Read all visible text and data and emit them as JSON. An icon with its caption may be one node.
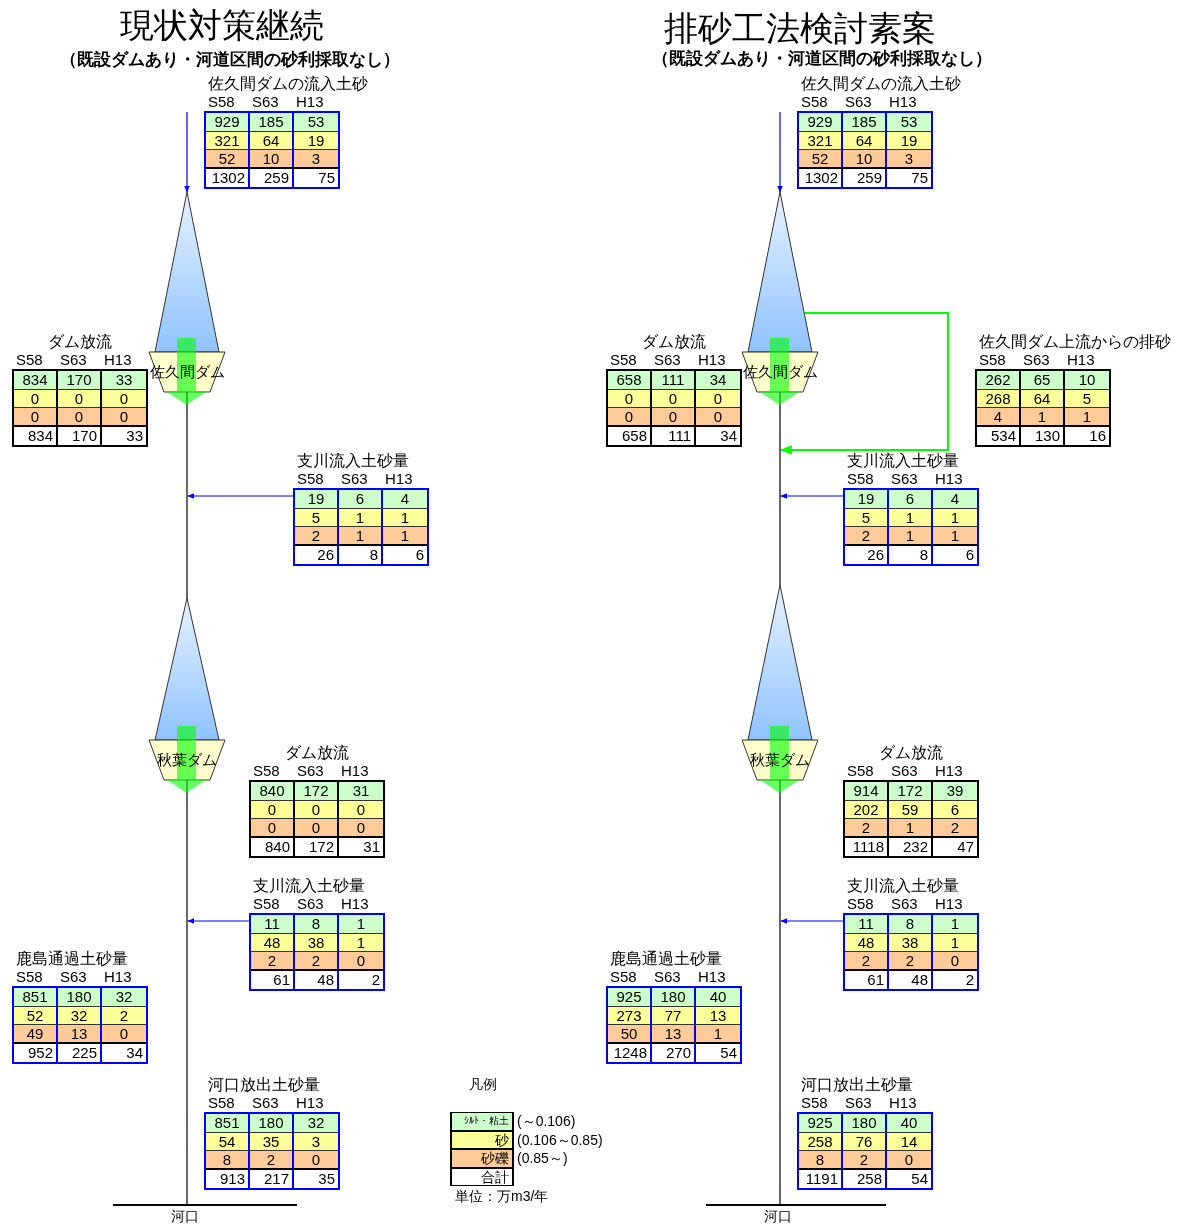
{
  "diagram": {
    "nodes": [
      {
        "text": [
          "佐久間ダムの流入土砂",
          "S58",
          "S63",
          "H13",
          "929",
          "185",
          "53",
          "321",
          "64",
          "19",
          "52",
          "10",
          "3",
          "1302",
          "259",
          "75"
        ]
      },
      {
        "text": [
          "佐久間ダム"
        ]
      },
      {
        "text": [
          "ダム放流",
          "S58",
          "S63",
          "H13",
          "834",
          "170",
          "33",
          "0",
          "0",
          "0",
          "0",
          "0",
          "0",
          "834",
          "170",
          "33"
        ]
      },
      {
        "text": [
          "支川流入土砂量",
          "S58",
          "S63",
          "H13",
          "19",
          "6",
          "4",
          "5",
          "1",
          "1",
          "2",
          "1",
          "1",
          "26",
          "8",
          "6"
        ]
      },
      {
        "text": [
          "秋葉ダム"
        ]
      },
      {
        "text": [
          "ダム放流",
          "S58",
          "S63",
          "H13",
          "840",
          "172",
          "31",
          "0",
          "0",
          "0",
          "0",
          "0",
          "0",
          "840",
          "172",
          "31"
        ]
      },
      {
        "text": [
          "支川流入土砂量",
          "S58",
          "S63",
          "H13",
          "11",
          "8",
          "1",
          "48",
          "38",
          "1",
          "2",
          "2",
          "0",
          "61",
          "48",
          "2"
        ]
      },
      {
        "text": [
          "鹿島通過土砂量",
          "S58",
          "S63",
          "H13",
          "851",
          "180",
          "32",
          "52",
          "32",
          "2",
          "49",
          "13",
          "0",
          "952",
          "225",
          "34"
        ]
      },
      {
        "text": [
          "河口放出土砂量",
          "S58",
          "S63",
          "H13",
          "851",
          "180",
          "32",
          "54",
          "35",
          "3",
          "8",
          "2",
          "0",
          "913",
          "217",
          "35"
        ]
      },
      {
        "text": [
          "河口"
        ]
      },
      {
        "text": [
          "佐久間ダムの流入土砂",
          "S58",
          "S63",
          "H13",
          "929",
          "185",
          "53",
          "321",
          "64",
          "19",
          "52",
          "10",
          "3",
          "1302",
          "259",
          "75"
        ]
      },
      {
        "text": [
          "佐久間ダム"
        ]
      },
      {
        "text": [
          "ダム放流",
          "S58",
          "S63",
          "H13",
          "658",
          "111",
          "34",
          "0",
          "0",
          "0",
          "0",
          "0",
          "0",
          "658",
          "111",
          "34"
        ]
      },
      {
        "text": [
          "佐久間ダム上流からの排砂",
          "S58",
          "S63",
          "H13",
          "262",
          "65",
          "10",
          "268",
          "64",
          "5",
          "4",
          "1",
          "1",
          "534",
          "130",
          "16"
        ]
      },
      {
        "text": [
          "支川流入土砂量",
          "S58",
          "S63",
          "H13",
          "19",
          "6",
          "4",
          "5",
          "1",
          "1",
          "2",
          "1",
          "1",
          "26",
          "8",
          "6"
        ]
      },
      {
        "text": [
          "秋葉ダム"
        ]
      },
      {
        "text": [
          "ダム放流",
          "S58",
          "S63",
          "H13",
          "914",
          "172",
          "39",
          "202",
          "59",
          "6",
          "2",
          "1",
          "2",
          "1118",
          "232",
          "47"
        ]
      },
      {
        "text": [
          "支川流入土砂量",
          "S58",
          "S63",
          "H13",
          "11",
          "8",
          "1",
          "48",
          "38",
          "1",
          "2",
          "2",
          "0",
          "61",
          "48",
          "2"
        ]
      },
      {
        "text": [
          "鹿島通過土砂量",
          "S58",
          "S63",
          "H13",
          "925",
          "180",
          "40",
          "273",
          "77",
          "13",
          "50",
          "13",
          "1",
          "1248",
          "270",
          "54"
        ]
      },
      {
        "text": [
          "河口放出土砂量",
          "S58",
          "S63",
          "H13",
          "925",
          "180",
          "40",
          "258",
          "76",
          "14",
          "8",
          "2",
          "0",
          "1191",
          "258",
          "54"
        ]
      },
      {
        "text": [
          "河口"
        ]
      }
    ],
    "edges": [
      {
        "from": null,
        "to": 1,
        "arrow": "to"
      },
      {
        "from": 1,
        "to": 4,
        "arrow": "none",
        "color": "#000000"
      },
      {
        "from": 3,
        "to": null,
        "arrow": "to"
      },
      {
        "from": 6,
        "to": null,
        "arrow": "to"
      },
      {
        "from": 4,
        "to": 9,
        "arrow": "none",
        "color": "#000000"
      },
      {
        "from": null,
        "to": 11,
        "arrow": "to"
      },
      {
        "from": 11,
        "to": null,
        "arrow": "to",
        "color": "#00ff00"
      },
      {
        "from": 11,
        "to": 15,
        "arrow": "none",
        "color": "#000000"
      },
      {
        "from": 14,
        "to": null,
        "arrow": "to"
      },
      {
        "from": 17,
        "to": null,
        "arrow": "to"
      },
      {
        "from": 15,
        "to": 20,
        "arrow": "none",
        "color": "#000000"
      }
    ],
    "labels": [
      "現状対策継続",
      "（既設ダムあり・河道区間の砂利採取なし）",
      "排砂工法検討素案",
      "（既設ダムあり・河道区間の砂利採取なし）",
      "凡例",
      "(～0.106)",
      "(0.106～0.85)",
      "(0.85～)",
      "単位：万m3/年"
    ],
    "legend": [
      {
        "text": "ｼﾙﾄ・粘土",
        "color": "#ccffcc"
      },
      {
        "text": "砂",
        "color": "#ffff99"
      },
      {
        "text": "砂礫",
        "color": "#ffcc99"
      },
      {
        "text": "合計",
        "color": "#ffffff"
      }
    ]
  }
}
